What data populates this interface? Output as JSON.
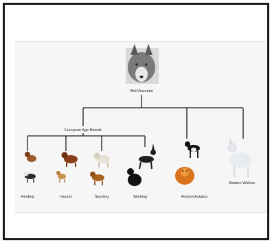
{
  "diagram": {
    "root": "Wolf Ancestor",
    "group": "European Age Breeds",
    "leaves": [
      "Herding",
      "Hound",
      "Sporting",
      "Working",
      "Ancient Asiatics",
      "Modern Wolves"
    ]
  }
}
